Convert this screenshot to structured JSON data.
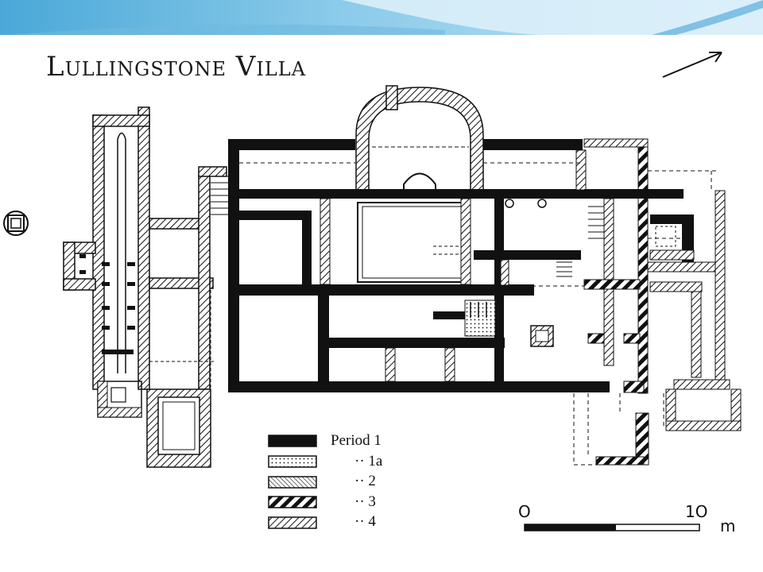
{
  "slide": {
    "title": "Lullingstone Villa"
  },
  "legend": {
    "items": [
      {
        "label": "Period 1",
        "pattern": "solid"
      },
      {
        "label": "·· 1a",
        "pattern": "dotted"
      },
      {
        "label": "·· 2",
        "pattern": "fine-hatch"
      },
      {
        "label": "·· 3",
        "pattern": "bold-hatch"
      },
      {
        "label": "·· 4",
        "pattern": "hatch"
      }
    ]
  },
  "scale_bar": {
    "start": "O",
    "end": "1O",
    "unit": "m"
  },
  "colors": {
    "banner_light": "#e6f3fb",
    "banner_mid": "#9ed4ee",
    "banner_dark": "#4aa8d8",
    "ink": "#111111"
  },
  "icons": {
    "north_arrow": "arrow-up-right-icon",
    "side_marker": "square-marker-icon"
  }
}
